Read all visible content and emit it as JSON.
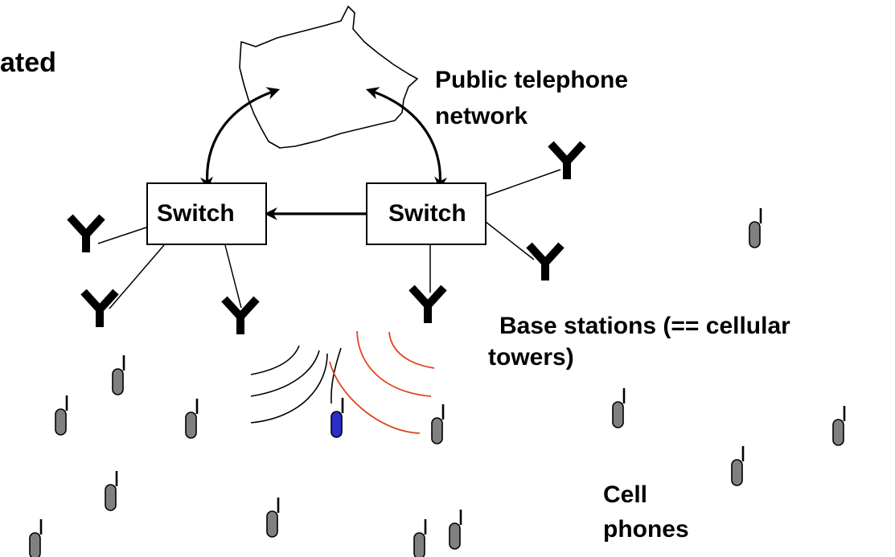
{
  "labels": {
    "title_fragment": "ated",
    "cloud_line1": "Public telephone",
    "cloud_line2": "network",
    "base_line1": "Base stations (== cellular",
    "base_line2": "towers)",
    "phones_line1": "Cell",
    "phones_line2": "phones"
  },
  "switches": [
    {
      "name": "switch-left",
      "label": "Switch"
    },
    {
      "name": "switch-right",
      "label": "Switch"
    }
  ],
  "icons": {
    "tower": "antenna-icon",
    "phone": "cell-phone-icon",
    "cloud": "network-cloud-icon"
  },
  "colors": {
    "stroke": "#000000",
    "phone_fill": "#808080",
    "active_phone_fill": "#2b2fc8",
    "signal_red": "#e0461e",
    "signal_black": "#000000"
  }
}
